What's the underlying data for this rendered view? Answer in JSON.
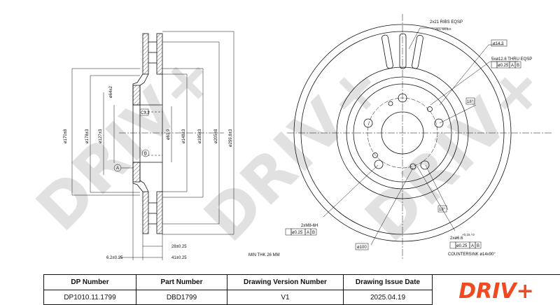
{
  "watermark": "DRIV+",
  "brand_color": "#f04a23",
  "title_block": {
    "headers": [
      "DP Number",
      "Part Number",
      "Drawing Version Number",
      "Drawing Issue Date"
    ],
    "values": [
      "DP1010.11.1799",
      "DBD1799",
      "V1",
      "2025.04.19"
    ],
    "logo_text": "DRIV+"
  },
  "section_view": {
    "diameters": [
      "ø170±8",
      "ø178±3",
      "ø127±3",
      "ø64±2",
      "ø61.9",
      "ø148±3",
      "ø185±3",
      "ø205±8",
      "ø299.8±3"
    ],
    "thickness": "28±0.25",
    "overall_height": "41±0.25",
    "hub_offset": "6.2±0.25",
    "chamfer": "C3.2",
    "datum_a": "A",
    "datum_b": "B",
    "min_thickness": "MIN THK 26 MM"
  },
  "front_view": {
    "vent_note": "2x21 RIBS EQSP",
    "vent_note_sub": "ALL SIDES",
    "hole_dia": "ø14.3",
    "bolt_circle_1": "5xø12.6 THRU EQSP",
    "tol_1": [
      "ø0.25",
      "A",
      "B"
    ],
    "angle_1": "18°",
    "angle_2": "18°",
    "thread": "2xM8-6H",
    "tol_2": [
      "ø0.25",
      "A",
      "B"
    ],
    "pcd": "ø100",
    "hole_2": "2xø6.6",
    "hole_2_tol": "+0.15 / 0",
    "tol_3": [
      "ø0.25",
      "A",
      "B"
    ],
    "countersink": "COUNTERSINK ø14x90°"
  }
}
